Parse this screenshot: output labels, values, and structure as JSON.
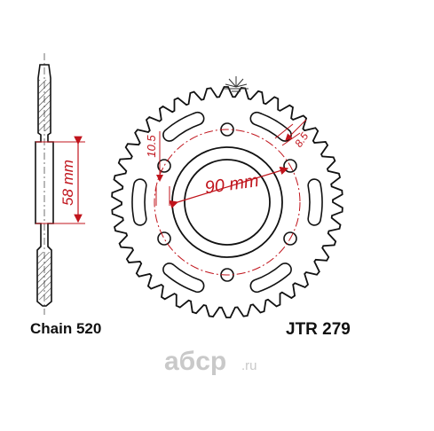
{
  "labels": {
    "chain": "Chain 520",
    "part_number": "JTR 279",
    "bolt_circle": "90 mm",
    "height_dim": "58 mm",
    "bolt_hole_dim": "10.5",
    "hole_dim": "8.5",
    "watermark_main": "aбcp",
    "watermark_tld": ".ru"
  },
  "colors": {
    "outline": "#111111",
    "dimension": "#c0141c",
    "hatch": "#444444",
    "watermark": "#c9c9c9"
  },
  "icons": {
    "logo": "sunburst-logo-icon"
  }
}
